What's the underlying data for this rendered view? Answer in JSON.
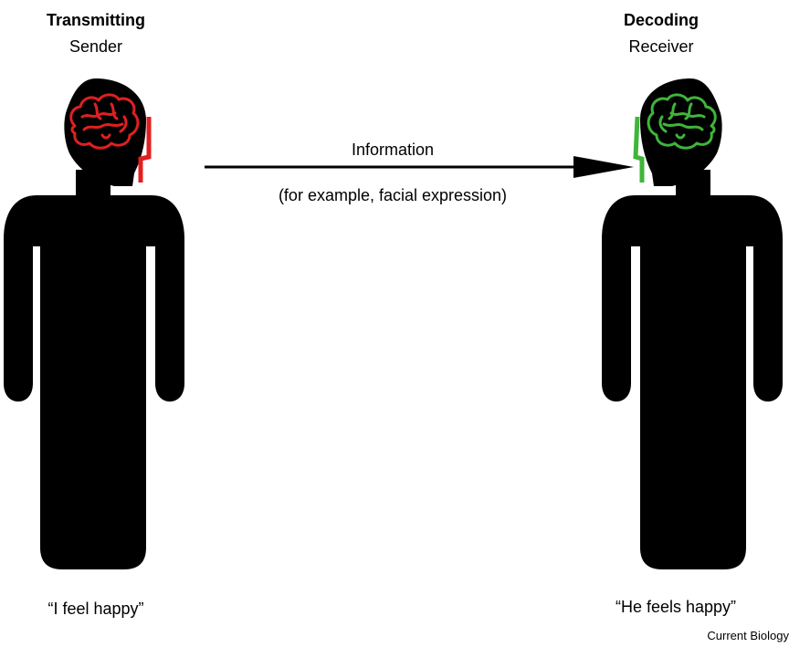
{
  "sender": {
    "title": "Transmitting",
    "subtitle": "Sender",
    "quote": "“I feel happy”",
    "brain_color": "#e02020",
    "face_color": "#e02020"
  },
  "receiver": {
    "title": "Decoding",
    "subtitle": "Receiver",
    "quote": "“He feels happy”",
    "brain_color": "#3fb53a",
    "face_color": "#3fb53a"
  },
  "arrow": {
    "label": "Information",
    "sublabel": "(for example, facial expression)"
  },
  "credit": "Current Biology"
}
